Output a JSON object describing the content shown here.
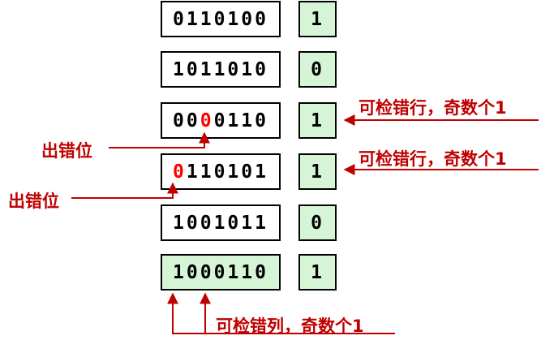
{
  "rows": [
    {
      "bits": [
        "0",
        "1",
        "1",
        "0",
        "1",
        "0",
        "0"
      ],
      "parity": "1",
      "error_index": -1
    },
    {
      "bits": [
        "1",
        "0",
        "1",
        "1",
        "0",
        "1",
        "0"
      ],
      "parity": "0",
      "error_index": -1
    },
    {
      "bits": [
        "0",
        "0",
        "0",
        "0",
        "1",
        "1",
        "0"
      ],
      "parity": "1",
      "error_index": 2
    },
    {
      "bits": [
        "0",
        "1",
        "1",
        "0",
        "1",
        "0",
        "1"
      ],
      "parity": "1",
      "error_index": 0
    },
    {
      "bits": [
        "1",
        "0",
        "0",
        "1",
        "0",
        "1",
        "1"
      ],
      "parity": "0",
      "error_index": -1
    },
    {
      "bits": [
        "1",
        "0",
        "0",
        "0",
        "1",
        "1",
        "0"
      ],
      "parity": "1",
      "error_index": -1
    }
  ],
  "labels": {
    "row_detect_1": "可检错行，奇数个1",
    "row_detect_2": "可检错行，奇数个1",
    "col_detect": "可检错列，奇数个1",
    "error_pos_1": "出错位",
    "error_pos_2": "出错位"
  },
  "colors": {
    "error": "#ff0000",
    "annotation": "#c00000",
    "arrow": "#c00000",
    "parity_fill": "#d6f5d6"
  }
}
